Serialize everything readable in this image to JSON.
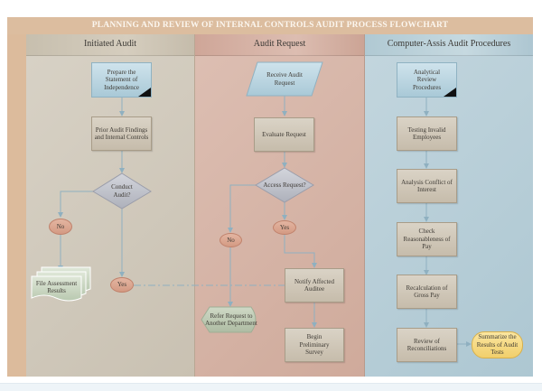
{
  "title": "PLANNING AND REVIEW OF INTERNAL CONTROLS AUDIT PROCESS FLOWCHART",
  "lanes": [
    {
      "label": "Initiated Audit",
      "color": "#d4cdbf"
    },
    {
      "label": "Audit Request",
      "color": "#d8b7aa"
    },
    {
      "label": "Computer-Assis Audit Procedures",
      "color": "#bcd1da"
    }
  ],
  "nodes": {
    "prepare_statement": "Prepare the Statement of Independence",
    "prior_findings": "Prior Audit Findings and Internal Controls",
    "conduct_audit": "Conduct Audit?",
    "no_1": "No",
    "yes_1": "Yes",
    "file_assessment": "File Assessment Results",
    "receive_request": "Receive Audit Request",
    "evaluate_request": "Evaluate Request",
    "access_request": "Access Request?",
    "no_2": "No",
    "yes_2": "Yes",
    "refer_request": "Refer Request to Another Department",
    "notify_auditees": "Notify Affected Auditee",
    "begin_survey": "Begin Preliminary Survey",
    "analytical_review": "Analytical Review Procedures",
    "testing_invalid": "Testing Invalid Employees",
    "conflict_interest": "Analysis Conflict of Interest",
    "check_pay": "Check Reasonableness of Pay",
    "recalc_gross": "Recalculation of Gross Pay",
    "review_reconciliations": "Review of Reconciliations",
    "summarize_results": "Summarize the Results of Audit Tests"
  },
  "colors": {
    "connector": "#8fb0c0",
    "process_fill": "#cfc7b8",
    "start_fill": "#bcd6e2",
    "decision_fill": "#c2c4cc",
    "oval_fill": "#dba892",
    "document_fill": "#cfdcc7",
    "terminator_fill": "#f6da80"
  }
}
